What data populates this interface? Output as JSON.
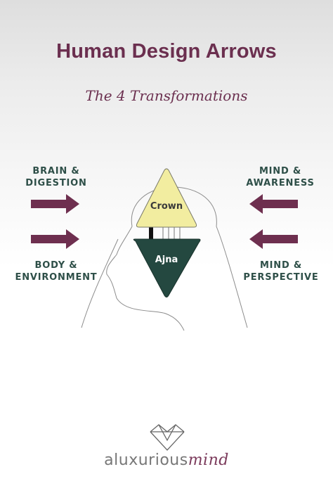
{
  "title": "Human Design Arrows",
  "subtitle": "The 4 Transformations",
  "arrows": {
    "brain_digestion": [
      "BRAIN &",
      "DIGESTION"
    ],
    "body_environment": [
      "BODY &",
      "ENVIRONMENT"
    ],
    "mind_awareness": [
      "MIND &",
      "AWARENESS"
    ],
    "mind_perspective": [
      "MIND &",
      "PERSPECTIVE"
    ]
  },
  "centers": {
    "crown": "Crown",
    "ajna": "Ajna"
  },
  "colors": {
    "title": "#6b2f4f",
    "label": "#2e4f48",
    "arrow": "#6e2f4f",
    "crown": "#f2eda0",
    "ajna": "#244840"
  },
  "brand": {
    "word1": "aluxurious",
    "word2": "mind",
    "logo_icon": "diamond-triangle-logo"
  }
}
